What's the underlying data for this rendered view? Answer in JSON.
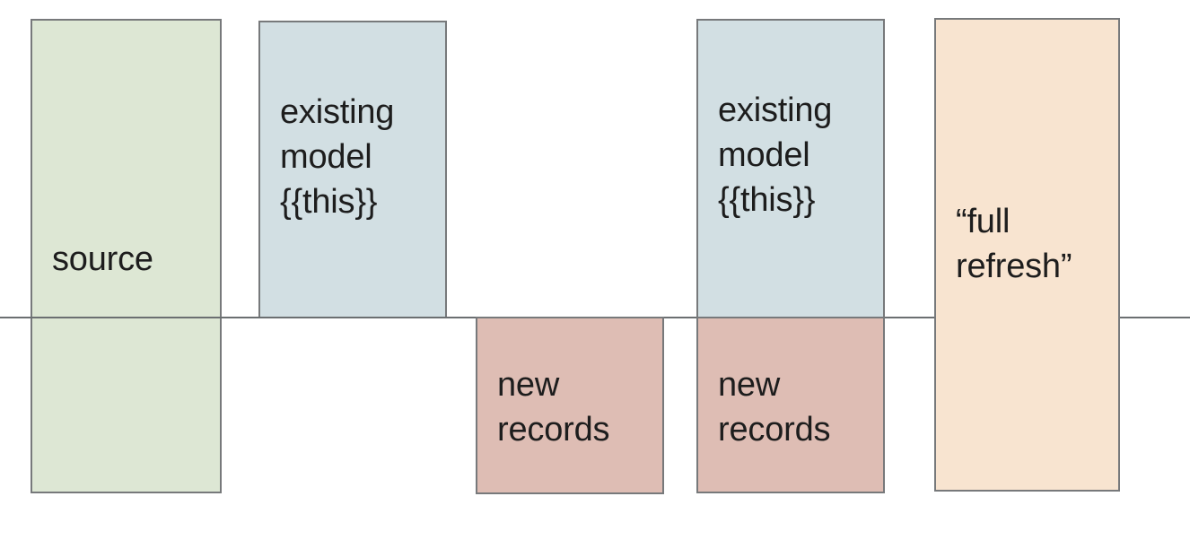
{
  "diagram": {
    "title": "incremental model full refresh diagram",
    "background_color": "#ffffff",
    "divider": {
      "name": "horizontal-timeline",
      "color": "#6b6f71"
    },
    "boxes": [
      {
        "id": "source",
        "label": "source",
        "fill": "#dde7d4",
        "stroke": "#77797b"
      },
      {
        "id": "existing-model-1",
        "label": "existing\nmodel\n{{this}}",
        "fill": "#d2dfe3",
        "stroke": "#77797b"
      },
      {
        "id": "new-records-1",
        "label": "new\nrecords",
        "fill": "#debdb4",
        "stroke": "#77797b"
      },
      {
        "id": "existing-model-2",
        "label": "existing\nmodel\n{{this}}",
        "fill": "#d2dfe3",
        "stroke": "#77797b"
      },
      {
        "id": "new-records-2",
        "label": "new\nrecords",
        "fill": "#debdb4",
        "stroke": "#77797b"
      },
      {
        "id": "full-refresh",
        "label": "“full\nrefresh”",
        "fill": "#f8e4d0",
        "stroke": "#77797b"
      }
    ]
  }
}
